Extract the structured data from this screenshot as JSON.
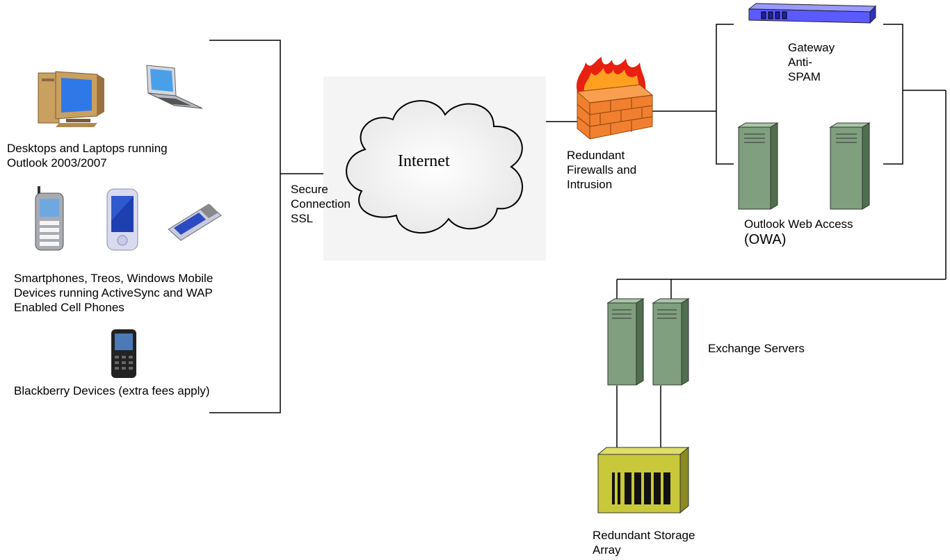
{
  "clients": {
    "computers": [
      "Desktops and Laptops running",
      "Outlook 2003/2007"
    ],
    "mobile": [
      "Smartphones, Treos, Windows Mobile",
      "Devices running ActiveSync and WAP",
      "Enabled Cell Phones"
    ],
    "blackberry": "Blackberry Devices (extra fees apply)"
  },
  "link": [
    "Secure",
    "Connection",
    "SSL"
  ],
  "cloud": "Internet",
  "firewall": [
    "Redundant",
    "Firewalls and",
    "Intrusion"
  ],
  "gateway": [
    "Gateway",
    "Anti-",
    "SPAM"
  ],
  "owa": {
    "line1": "Outlook Web Access",
    "line2": "(OWA)"
  },
  "exchange": "Exchange Servers",
  "storage": [
    "Redundant Storage",
    "Array"
  ],
  "colors": {
    "line": "#000000",
    "server": "#7f9f7f",
    "server_dark": "#4f6f4f",
    "firewall": "#f08030",
    "flame": "#e82010",
    "storage": "#c8c83a",
    "gateway": "#5a5aff",
    "screen": "#3b82f6"
  },
  "icons": [
    "desktop-icon",
    "laptop-icon",
    "smartphone-icon",
    "pda-icon",
    "cell-phone-icon",
    "blackberry-icon",
    "cloud-icon",
    "firewall-icon",
    "gateway-icon",
    "server-icon",
    "storage-array-icon"
  ]
}
